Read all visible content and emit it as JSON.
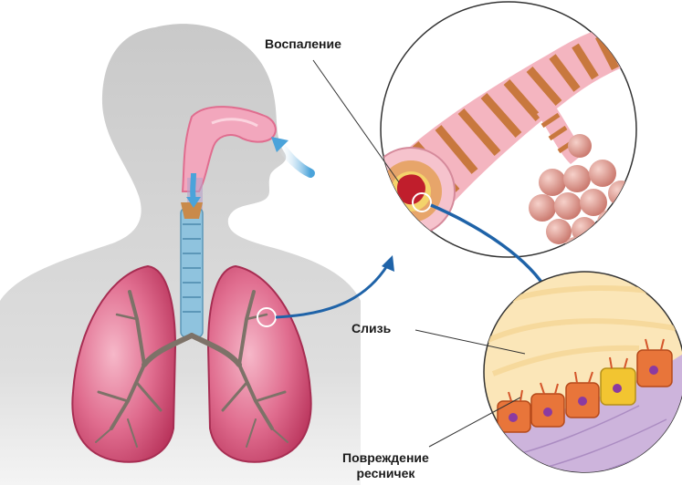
{
  "labels": {
    "inflammation": "Воспаление",
    "mucus": "Слизь",
    "cilia_damage_line1": "Повреждение",
    "cilia_damage_line2": "ресничек"
  },
  "colors": {
    "head_silhouette": "#cfcfcf",
    "lung_pink": "#d9557a",
    "lung_light": "#f2a6bb",
    "bronchi": "#8a7f73",
    "trachea": "#8fc3de",
    "arrow_blue": "#1f63a8",
    "airway_pink": "#f4b5c0",
    "airway_bands": "#c8783e",
    "alveoli": "#e8a69b",
    "mucus_yellow": "#f5d27a",
    "cells_orange": "#e8753a",
    "tissue_lilac": "#cdb4dc"
  }
}
